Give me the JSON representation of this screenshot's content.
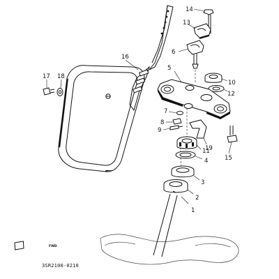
{
  "diagram": {
    "callouts": [
      {
        "id": "c1",
        "text": "1"
      },
      {
        "id": "c2",
        "text": "2"
      },
      {
        "id": "c3",
        "text": "3"
      },
      {
        "id": "c4",
        "text": "4"
      },
      {
        "id": "c5",
        "text": "5"
      },
      {
        "id": "c6",
        "text": "6"
      },
      {
        "id": "c7",
        "text": "7"
      },
      {
        "id": "c8",
        "text": "8"
      },
      {
        "id": "c9",
        "text": "9"
      },
      {
        "id": "c10",
        "text": "10"
      },
      {
        "id": "c11",
        "text": "11"
      },
      {
        "id": "c12",
        "text": "12"
      },
      {
        "id": "c13",
        "text": "13"
      },
      {
        "id": "c14",
        "text": "14"
      },
      {
        "id": "c15",
        "text": "15"
      },
      {
        "id": "c16",
        "text": "16"
      },
      {
        "id": "c17",
        "text": "17"
      },
      {
        "id": "c18",
        "text": "18"
      },
      {
        "id": "c19",
        "text": "19"
      }
    ],
    "diagram_code": "3SR2100-0210",
    "fwd_label": "FWD"
  }
}
